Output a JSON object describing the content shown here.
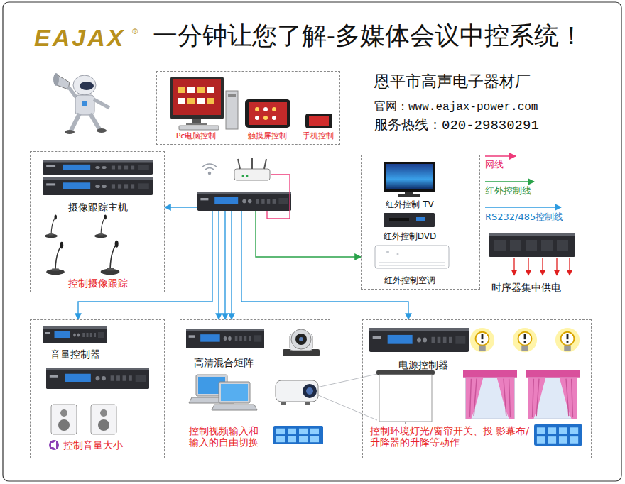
{
  "diagram": {
    "title": "一分钟让您了解-多媒体会议中控系统！",
    "nodes": [
      {
        "text": [
          "Pc电脑控制",
          "触摸屏控制",
          "手机控制"
        ]
      },
      {
        "text": [
          "摄像跟踪主机",
          "控制摄像跟踪"
        ]
      },
      {
        "text": []
      },
      {
        "text": [
          "红外控制 TV",
          "红外控制DVD",
          "红外控制空调"
        ]
      },
      {
        "text": [
          "音量控制器",
          "控制音量大小"
        ]
      },
      {
        "text": [
          "高清混合矩阵",
          "控制视频输入和 输入的自由切换"
        ]
      },
      {
        "text": [
          "电源控制器",
          "控制环境灯光/窗帘开关、投 影幕布/升降器的升降等动作"
        ]
      }
    ],
    "edges": [
      {
        "from": 2,
        "to": 1,
        "arrow": "to"
      },
      {
        "from": 2,
        "to": 3,
        "arrow": "to"
      },
      {
        "from": 2,
        "to": 4,
        "arrow": "to"
      },
      {
        "from": 2,
        "to": 5,
        "arrow": "to"
      },
      {
        "from": 2,
        "to": 5,
        "arrow": "to"
      },
      {
        "from": 2,
        "to": 5,
        "arrow": "to"
      },
      {
        "from": 2,
        "to": 6,
        "arrow": "to"
      }
    ],
    "labels": [
      "EAJAX",
      "®",
      "恩平市高声电子器材厂",
      "官网：www.eajax-power.com",
      "服务热线：020-29830291",
      "时序器集中供电"
    ],
    "legend": [
      {
        "text": "网线"
      },
      {
        "text": "红外控制线"
      },
      {
        "text": "RS232/485控制线"
      }
    ]
  }
}
